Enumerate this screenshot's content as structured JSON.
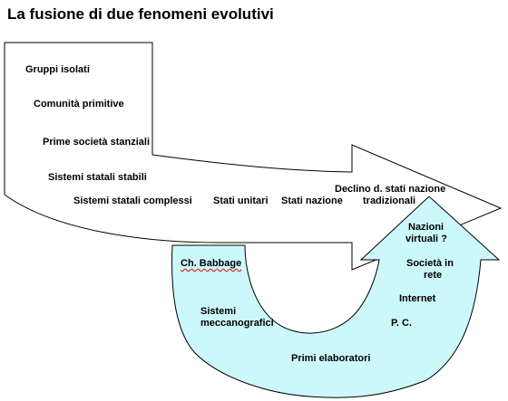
{
  "title": "La fusione di due fenomeni evolutivi",
  "colors": {
    "outline": "#000000",
    "top_arrow_fill": "#ffffff",
    "bottom_arrow_fill": "#ccf8fb",
    "spellcheck_underline": "#d22222"
  },
  "societal_evolution": [
    "Gruppi isolati",
    "Comunità primitive",
    "Prime società stanziali",
    "Sistemi statali stabili",
    "Sistemi statali complessi",
    "Stati unitari",
    "Stati nazione",
    "Declino d. stati nazione",
    "tradizionali"
  ],
  "computing_evolution": [
    "Ch. Babbage",
    "Sistemi",
    "meccanografici",
    "Primi elaboratori",
    "P. C.",
    "Internet",
    "Società  in",
    "rete",
    "Nazioni",
    "virtuali ?"
  ]
}
